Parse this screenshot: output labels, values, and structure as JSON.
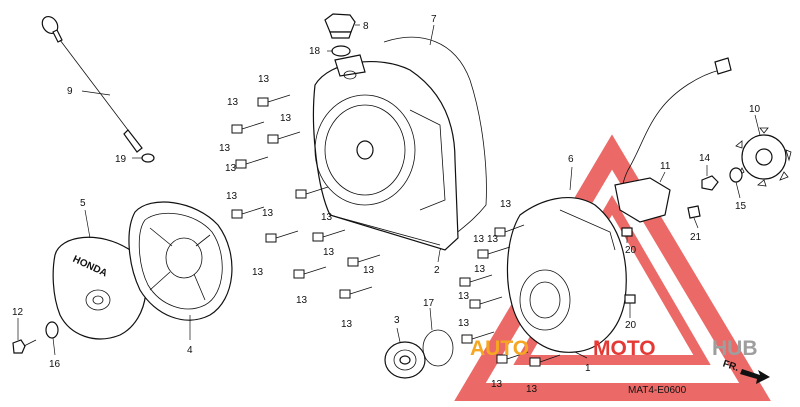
{
  "diagram": {
    "diagram_code": "MAT4-E0600",
    "direction_label": "FR.",
    "parts": [
      {
        "id": "p1",
        "label": "1"
      },
      {
        "id": "p2",
        "label": "2"
      },
      {
        "id": "p3",
        "label": "3"
      },
      {
        "id": "p4",
        "label": "4"
      },
      {
        "id": "p5",
        "label": "5"
      },
      {
        "id": "p6",
        "label": "6"
      },
      {
        "id": "p7",
        "label": "7"
      },
      {
        "id": "p8",
        "label": "8"
      },
      {
        "id": "p9",
        "label": "9"
      },
      {
        "id": "p10",
        "label": "10"
      },
      {
        "id": "p11",
        "label": "11"
      },
      {
        "id": "p12",
        "label": "12"
      },
      {
        "id": "p13",
        "label": "13"
      },
      {
        "id": "p14",
        "label": "14"
      },
      {
        "id": "p15",
        "label": "15"
      },
      {
        "id": "p16",
        "label": "16"
      },
      {
        "id": "p17",
        "label": "17"
      },
      {
        "id": "p18",
        "label": "18"
      },
      {
        "id": "p19",
        "label": "19"
      },
      {
        "id": "p20",
        "label": "20"
      },
      {
        "id": "p21",
        "label": "21"
      }
    ],
    "cover_emblem": "HONDA"
  },
  "watermark": {
    "part1": "AUTO",
    "part2": "MOTO",
    "part3": "HUB",
    "color_red": "#e53935",
    "color_orange": "#f5a623",
    "color_gray": "#9e9e9e"
  }
}
